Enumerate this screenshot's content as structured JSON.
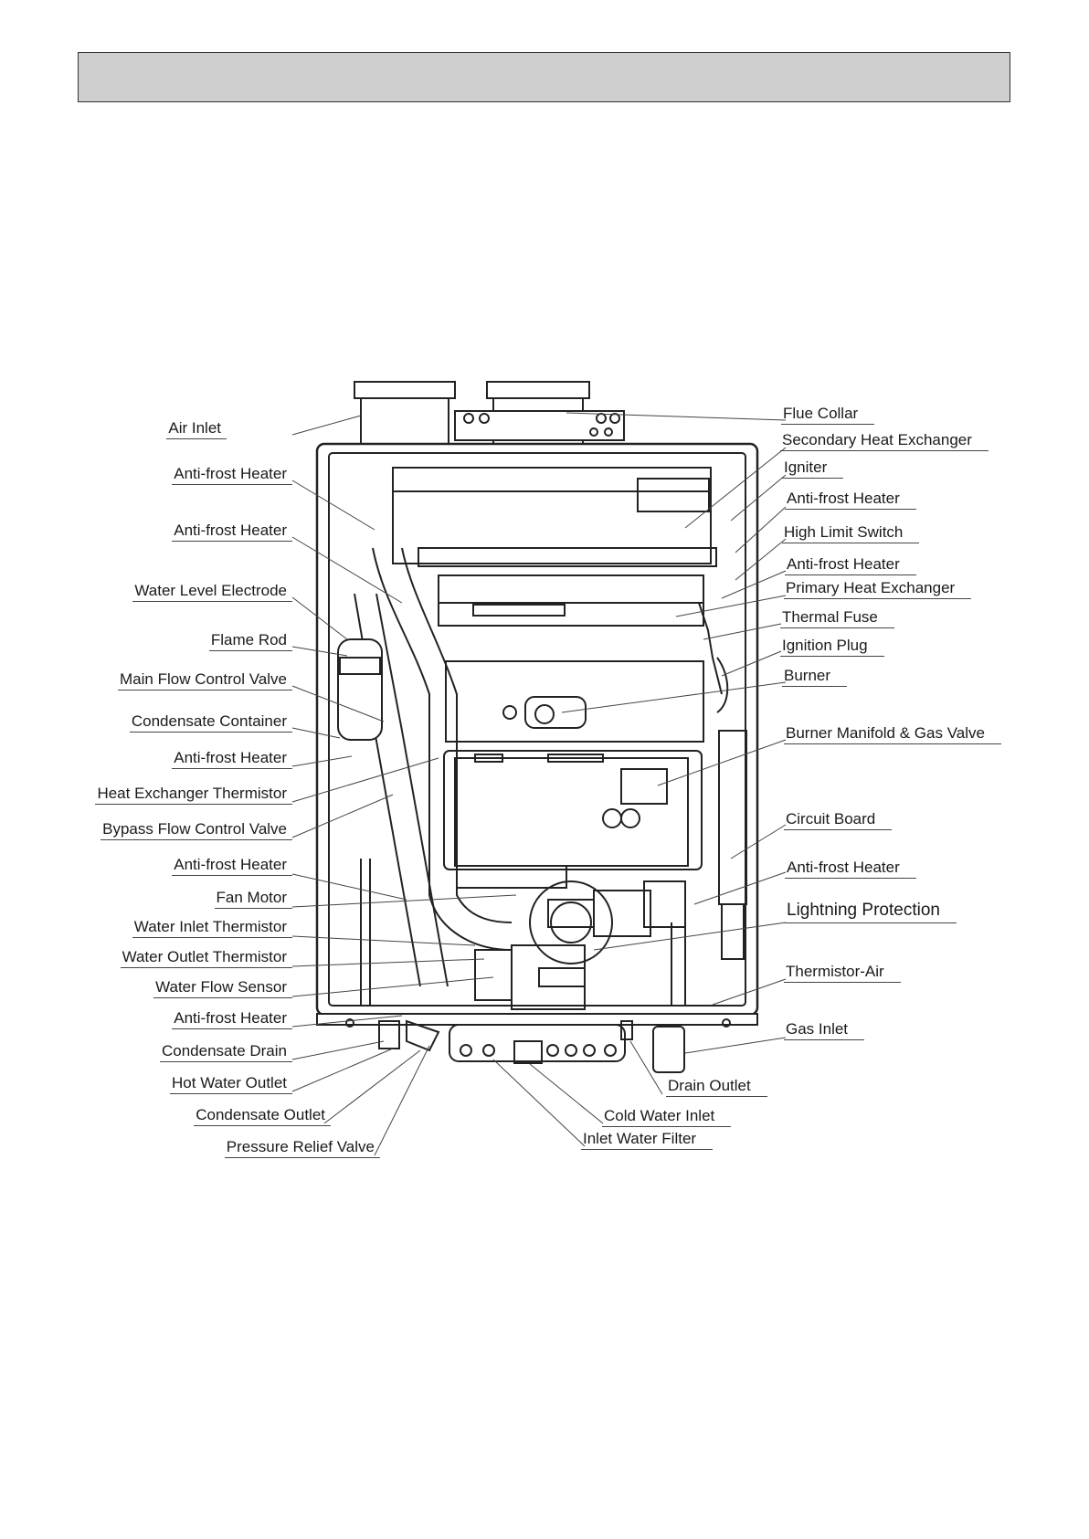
{
  "header": {
    "title": ""
  },
  "colors": {
    "background": "#ffffff",
    "header_bar": "#cfcfcf",
    "line": "#333333"
  },
  "labels": {
    "left": [
      "Air Inlet",
      "Anti-frost Heater",
      "Anti-frost Heater",
      "Water Level Electrode",
      "Flame Rod",
      "Main Flow Control Valve",
      "Condensate Container",
      "Anti-frost Heater",
      "Heat Exchanger Thermistor",
      "Bypass Flow Control Valve",
      "Anti-frost Heater",
      "Fan Motor",
      "Water Inlet Thermistor",
      "Water Outlet Thermistor",
      "Water Flow Sensor",
      "Anti-frost Heater",
      "Condensate Drain",
      "Hot Water Outlet",
      "Condensate Outlet",
      "Pressure Relief Valve"
    ],
    "right": [
      "Flue Collar",
      "Secondary Heat Exchanger",
      "Igniter",
      "Anti-frost Heater",
      "High Limit Switch",
      "Anti-frost Heater",
      "Primary Heat Exchanger",
      "Thermal Fuse",
      "Ignition Plug",
      "Burner",
      "Burner Manifold & Gas Valve",
      "Circuit Board",
      "Anti-frost Heater",
      "Lightning Protection",
      "Thermistor-Air",
      "Gas Inlet",
      "Drain Outlet",
      "Cold Water Inlet",
      "Inlet Water Filter"
    ]
  }
}
